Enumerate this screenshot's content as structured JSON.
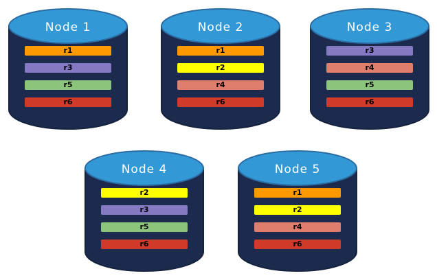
{
  "diagram": {
    "title": "replica-distribution-across-nodes",
    "palette": {
      "cylinder_body": "#1C2A4E",
      "cylinder_top": "#3399D6",
      "cylinder_top_edge": "#2B6CA3",
      "cylinder_outline": "#16233f",
      "node_label_color": "#FFFFFF",
      "replica_label_color": "#000000",
      "background": "#FFFFFF"
    },
    "replica_colors": {
      "r1": "#FF9900",
      "r2": "#FFFF00",
      "r3": "#8579C4",
      "r4": "#E07E6E",
      "r5": "#8CC47C",
      "r6": "#D03A28"
    },
    "nodes": [
      {
        "id": "node-1",
        "label": "Node 1",
        "replicas": [
          {
            "label": "r1",
            "color": "#FF9900"
          },
          {
            "label": "r3",
            "color": "#8579C4"
          },
          {
            "label": "r5",
            "color": "#8CC47C"
          },
          {
            "label": "r6",
            "color": "#D03A28"
          }
        ]
      },
      {
        "id": "node-2",
        "label": "Node 2",
        "replicas": [
          {
            "label": "r1",
            "color": "#FF9900"
          },
          {
            "label": "r2",
            "color": "#FFFF00"
          },
          {
            "label": "r4",
            "color": "#E07E6E"
          },
          {
            "label": "r6",
            "color": "#D03A28"
          }
        ]
      },
      {
        "id": "node-3",
        "label": "Node 3",
        "replicas": [
          {
            "label": "r3",
            "color": "#8579C4"
          },
          {
            "label": "r4",
            "color": "#E07E6E"
          },
          {
            "label": "r5",
            "color": "#8CC47C"
          },
          {
            "label": "r6",
            "color": "#D03A28"
          }
        ]
      },
      {
        "id": "node-4",
        "label": "Node 4",
        "replicas": [
          {
            "label": "r2",
            "color": "#FFFF00"
          },
          {
            "label": "r3",
            "color": "#8579C4"
          },
          {
            "label": "r5",
            "color": "#8CC47C"
          },
          {
            "label": "r6",
            "color": "#D03A28"
          }
        ]
      },
      {
        "id": "node-5",
        "label": "Node 5",
        "replicas": [
          {
            "label": "r1",
            "color": "#FF9900"
          },
          {
            "label": "r2",
            "color": "#FFFF00"
          },
          {
            "label": "r4",
            "color": "#E07E6E"
          },
          {
            "label": "r6",
            "color": "#D03A28"
          }
        ]
      }
    ]
  }
}
